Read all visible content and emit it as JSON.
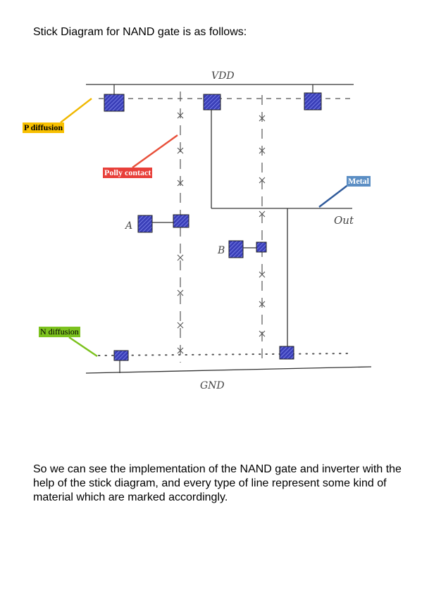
{
  "heading": "Stick Diagram for NAND gate is as follows:",
  "labels": {
    "p_diffusion": "P diffusion",
    "poly_contact": "Polly contact",
    "metal": "Metal",
    "n_diffusion": "N diffusion"
  },
  "diagram": {
    "vdd": "VDD",
    "gnd": "GND",
    "out": "Out",
    "input_a": "A",
    "input_b": "B"
  },
  "colors": {
    "p_diffusion": "#f8c000",
    "poly_contact": "#e8403a",
    "metal": "#5b8ec4",
    "n_diffusion": "#7cc21e",
    "contact_fill": "#3a3fb8"
  },
  "paragraph": "So we can see the implementation of the NAND gate and inverter with the help of the stick diagram, and every type of line represent some kind of material which are marked accordingly."
}
